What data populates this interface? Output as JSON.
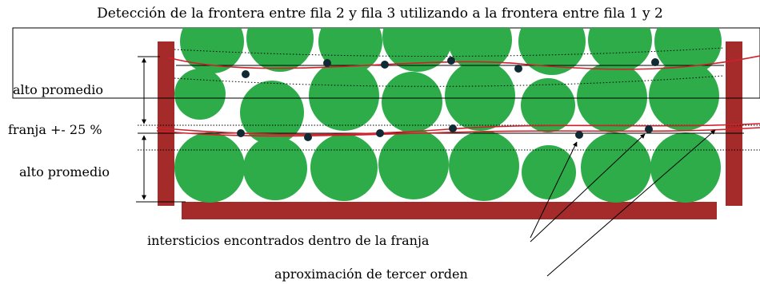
{
  "title": "Detección de la frontera entre fila 2 y fila 3 utilizando a la frontera entre fila 1 y 2",
  "labels": {
    "alto_promedio_top": "alto promedio",
    "franja": "franja +- 25 %",
    "alto_promedio_bottom": "alto promedio",
    "intersticios": "intersticios encontrados dentro de la franja",
    "aproximacion": "aproximación de tercer orden"
  },
  "colors": {
    "circle": "#2eac4a",
    "frame": "#a52a2a",
    "curve": "#d0202a",
    "interstice": "#0f2a33",
    "line": "#000000"
  }
}
